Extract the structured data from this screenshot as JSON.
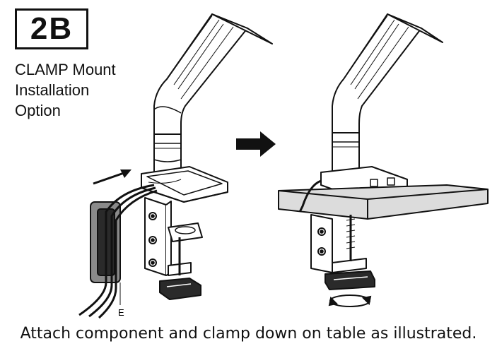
{
  "step": {
    "number": "2B"
  },
  "title": {
    "lines": [
      "CLAMP Mount",
      "Installation",
      "Option"
    ]
  },
  "labels": {
    "cable_label": "E"
  },
  "caption": "Attach component and clamp down on table as illustrated.",
  "colors": {
    "ink": "#111111",
    "arm_gray": "#8a8a8a",
    "dark_fill": "#2a2a2a",
    "table_gray": "#dcdcdc",
    "paper": "#ffffff"
  }
}
